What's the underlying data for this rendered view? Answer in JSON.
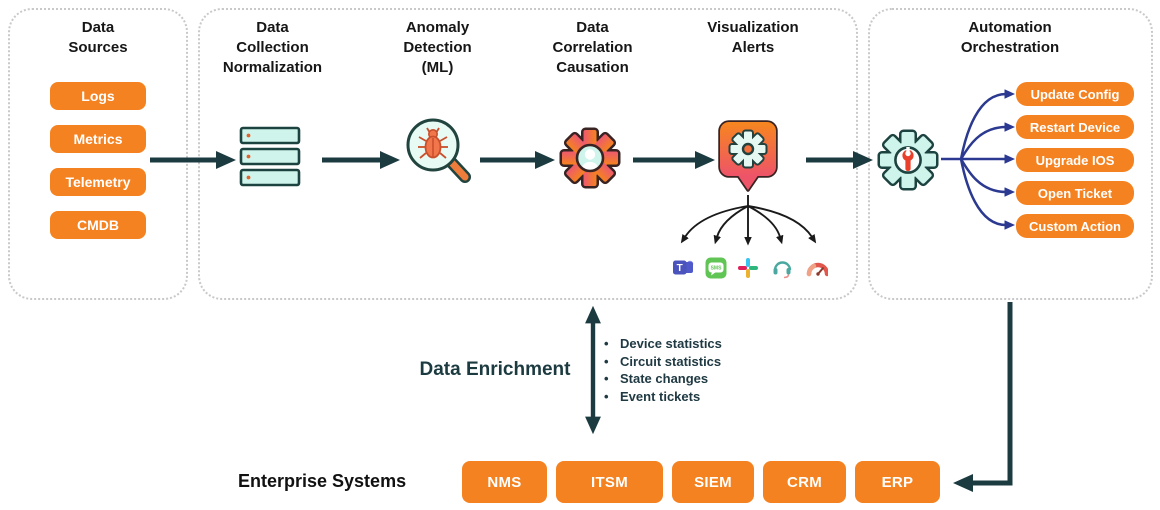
{
  "colors": {
    "accent_orange": "#F58220",
    "dark_teal_arrow": "#1C3B40",
    "navy_arrow": "#2B3990",
    "mint_icon_fill": "#CFF4EB",
    "dotted_border": "#C9C9C9"
  },
  "data_sources": {
    "title": "Data\nSources",
    "items": [
      "Logs",
      "Metrics",
      "Telemetry",
      "CMDB"
    ]
  },
  "pipeline_stages": [
    {
      "label": "Data\nCollection\nNormalization",
      "icon": "server-stack-icon"
    },
    {
      "label": "Anomaly\nDetection\n(ML)",
      "icon": "bug-search-icon"
    },
    {
      "label": "Data\nCorrelation\nCausation",
      "icon": "gear-user-icon"
    },
    {
      "label": "Visualization\nAlerts",
      "icon": "alert-gear-icon"
    }
  ],
  "alert_channels": [
    "Microsoft Teams",
    "SMS",
    "Slack",
    "Support",
    "Dashboard"
  ],
  "automation": {
    "title": "Automation\nOrchestration",
    "icon": "gear-wrench-icon",
    "actions": [
      "Update Config",
      "Restart Device",
      "Upgrade IOS",
      "Open Ticket",
      "Custom Action"
    ]
  },
  "data_enrichment": {
    "label": "Data Enrichment",
    "items": [
      "Device statistics",
      "Circuit statistics",
      "State changes",
      "Event tickets"
    ]
  },
  "enterprise_systems": {
    "label": "Enterprise Systems",
    "systems": [
      "NMS",
      "ITSM",
      "SIEM",
      "CRM",
      "ERP"
    ]
  }
}
